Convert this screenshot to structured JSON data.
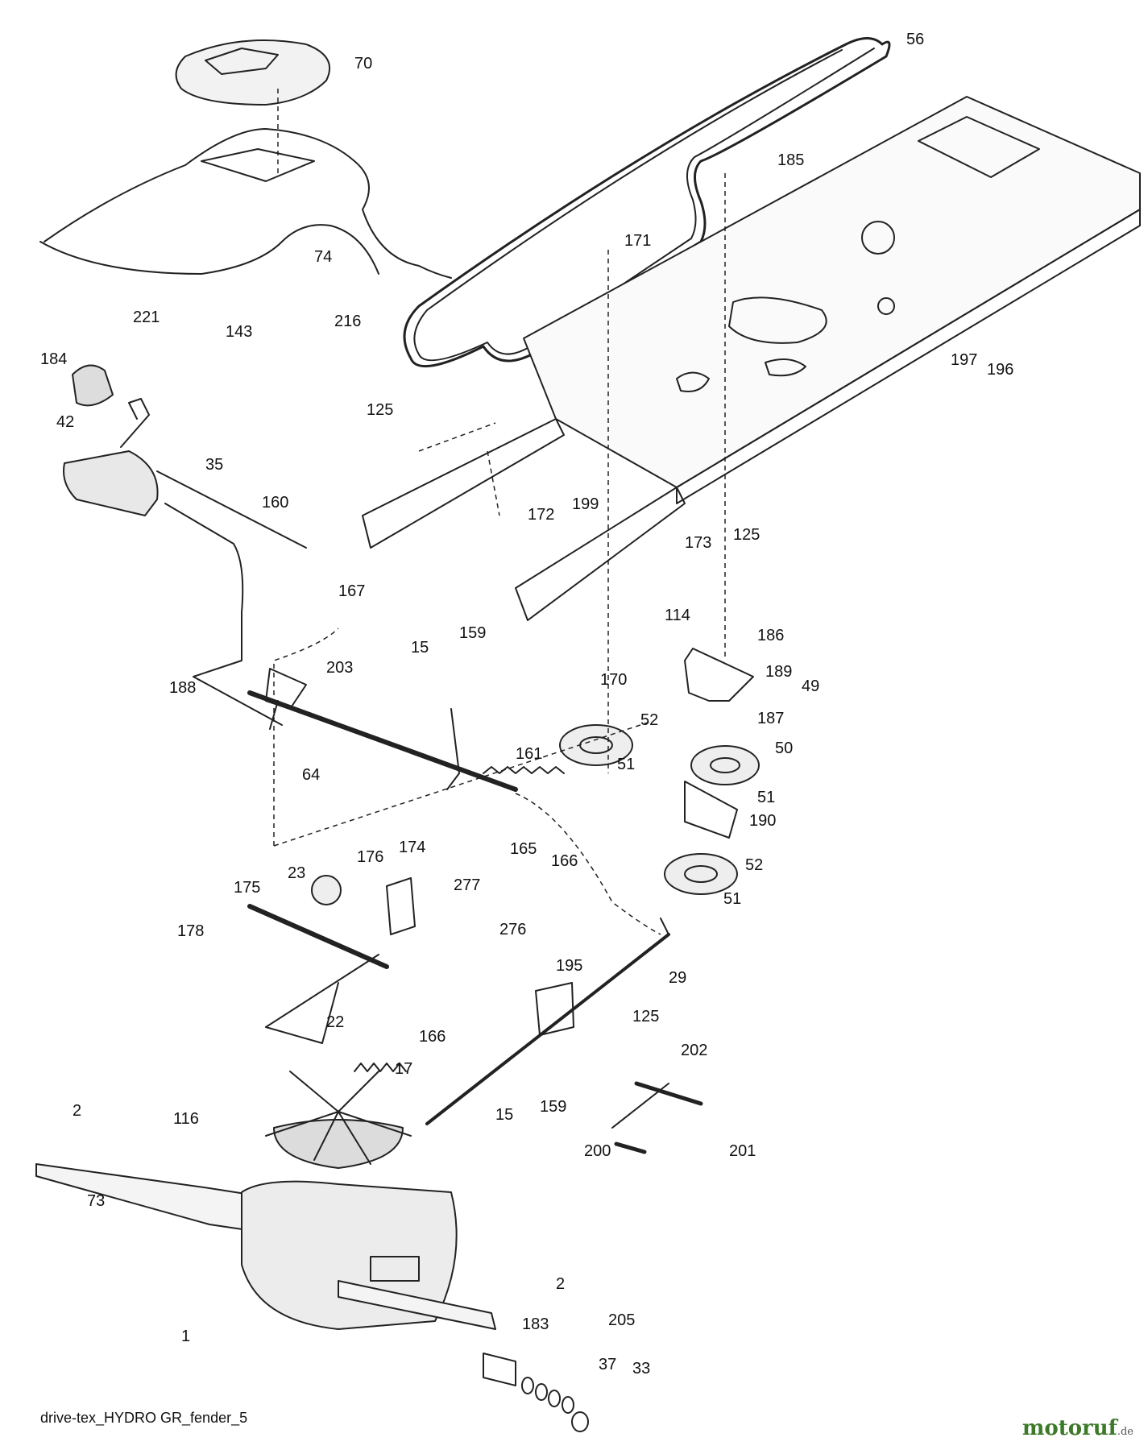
{
  "caption": "drive-tex_HYDRO GR_fender_5",
  "watermark": {
    "brand": "motoruf",
    "tld": ".de"
  },
  "parts": [
    {
      "id": "56",
      "label": "56"
    },
    {
      "id": "70",
      "label": "70"
    },
    {
      "id": "185",
      "label": "185"
    },
    {
      "id": "171",
      "label": "171"
    },
    {
      "id": "74",
      "label": "74"
    },
    {
      "id": "221",
      "label": "221"
    },
    {
      "id": "216",
      "label": "216"
    },
    {
      "id": "143",
      "label": "143"
    },
    {
      "id": "184",
      "label": "184"
    },
    {
      "id": "197",
      "label": "197"
    },
    {
      "id": "196",
      "label": "196"
    },
    {
      "id": "42",
      "label": "42"
    },
    {
      "id": "125a",
      "label": "125"
    },
    {
      "id": "35",
      "label": "35"
    },
    {
      "id": "160",
      "label": "160"
    },
    {
      "id": "199",
      "label": "199"
    },
    {
      "id": "172",
      "label": "172"
    },
    {
      "id": "173",
      "label": "173"
    },
    {
      "id": "125b",
      "label": "125"
    },
    {
      "id": "167",
      "label": "167"
    },
    {
      "id": "114",
      "label": "114"
    },
    {
      "id": "159a",
      "label": "159"
    },
    {
      "id": "186",
      "label": "186"
    },
    {
      "id": "203",
      "label": "203"
    },
    {
      "id": "15a",
      "label": "15"
    },
    {
      "id": "170",
      "label": "170"
    },
    {
      "id": "189",
      "label": "189"
    },
    {
      "id": "49",
      "label": "49"
    },
    {
      "id": "188",
      "label": "188"
    },
    {
      "id": "52a",
      "label": "52"
    },
    {
      "id": "161",
      "label": "161"
    },
    {
      "id": "187",
      "label": "187"
    },
    {
      "id": "64",
      "label": "64"
    },
    {
      "id": "51a",
      "label": "51"
    },
    {
      "id": "50",
      "label": "50"
    },
    {
      "id": "51b",
      "label": "51"
    },
    {
      "id": "190",
      "label": "190"
    },
    {
      "id": "165",
      "label": "165"
    },
    {
      "id": "166a",
      "label": "166"
    },
    {
      "id": "174",
      "label": "174"
    },
    {
      "id": "176",
      "label": "176"
    },
    {
      "id": "52b",
      "label": "52"
    },
    {
      "id": "23",
      "label": "23"
    },
    {
      "id": "51c",
      "label": "51"
    },
    {
      "id": "175",
      "label": "175"
    },
    {
      "id": "277",
      "label": "277"
    },
    {
      "id": "276",
      "label": "276"
    },
    {
      "id": "178",
      "label": "178"
    },
    {
      "id": "195",
      "label": "195"
    },
    {
      "id": "29",
      "label": "29"
    },
    {
      "id": "125c",
      "label": "125"
    },
    {
      "id": "22",
      "label": "22"
    },
    {
      "id": "166b",
      "label": "166"
    },
    {
      "id": "202",
      "label": "202"
    },
    {
      "id": "17",
      "label": "17"
    },
    {
      "id": "159b",
      "label": "159"
    },
    {
      "id": "2a",
      "label": "2"
    },
    {
      "id": "15b",
      "label": "15"
    },
    {
      "id": "116",
      "label": "116"
    },
    {
      "id": "200",
      "label": "200"
    },
    {
      "id": "201",
      "label": "201"
    },
    {
      "id": "73",
      "label": "73"
    },
    {
      "id": "2b",
      "label": "2"
    },
    {
      "id": "205",
      "label": "205"
    },
    {
      "id": "183",
      "label": "183"
    },
    {
      "id": "1",
      "label": "1"
    },
    {
      "id": "37",
      "label": "37"
    },
    {
      "id": "33",
      "label": "33"
    }
  ]
}
